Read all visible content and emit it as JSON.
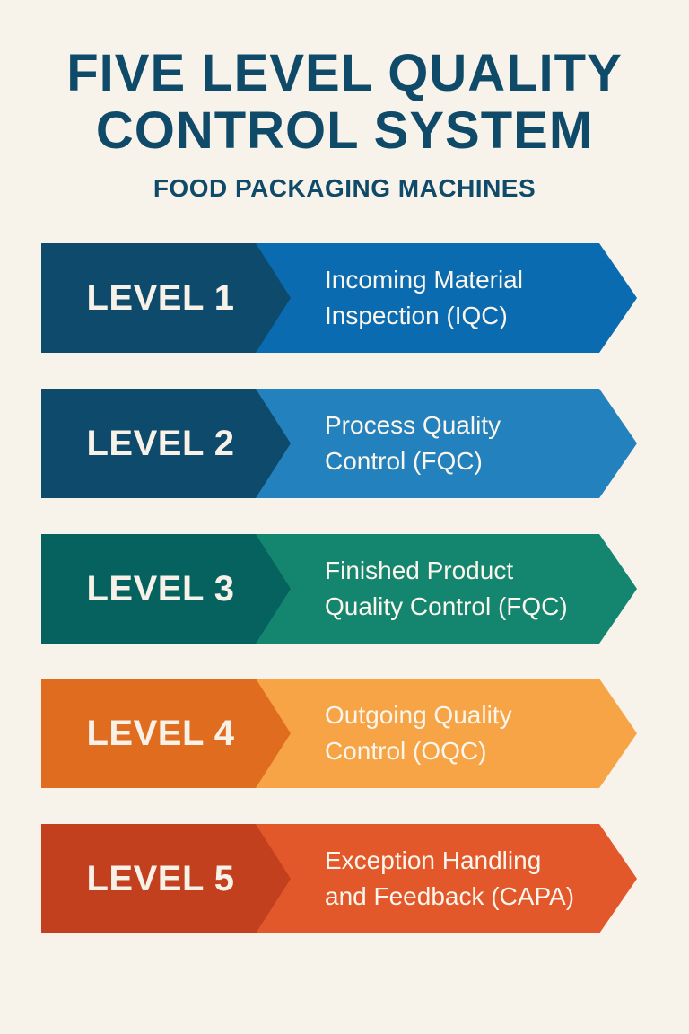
{
  "header": {
    "title_line1": "FIVE LEVEL QUALITY",
    "title_line2": "CONTROL SYSTEM",
    "subtitle": "FOOD PACKAGING MACHINES"
  },
  "colors": {
    "background": "#f7f2ea",
    "title": "#0f4a69",
    "text_light": "#f7f1e8"
  },
  "levels": [
    {
      "label": "LEVEL 1",
      "desc_line1": "Incoming Material",
      "desc_line2": "Inspection (IQC)",
      "dark_color": "#0d4a6b",
      "light_color": "#0a6bb0"
    },
    {
      "label": "LEVEL 2",
      "desc_line1": "Process Quality",
      "desc_line2": "Control (FQC)",
      "dark_color": "#0d4a6b",
      "light_color": "#2382bd"
    },
    {
      "label": "LEVEL 3",
      "desc_line1": "Finished Product",
      "desc_line2": "Quality Control (FQC)",
      "dark_color": "#05625f",
      "light_color": "#14856f"
    },
    {
      "label": "LEVEL 4",
      "desc_line1": "Outgoing Quality",
      "desc_line2": "Control (OQC)",
      "dark_color": "#e06d1f",
      "light_color": "#f6a445"
    },
    {
      "label": "LEVEL 5",
      "desc_line1": "Exception Handling",
      "desc_line2": "and Feedback (CAPA)",
      "dark_color": "#c2401d",
      "light_color": "#e2582b"
    }
  ]
}
